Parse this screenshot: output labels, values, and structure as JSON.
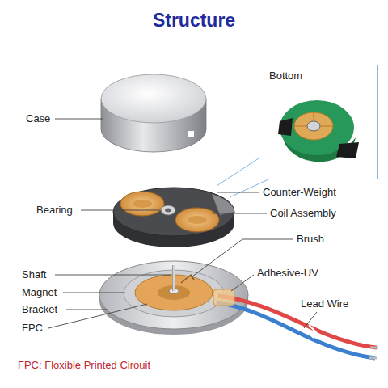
{
  "diagram": {
    "title": "Structure",
    "nodes": [
      {
        "text": [
          "Bottom"
        ]
      }
    ],
    "labels": [
      "Case",
      "Bearing",
      "Counter-Weight",
      "Coil Assembly",
      "Brush",
      "Shaft",
      "Adhesive-UV",
      "Magnet",
      "Lead Wire",
      "Bracket",
      "FPC",
      "FPC: Floxible Printed Cirouit"
    ]
  }
}
